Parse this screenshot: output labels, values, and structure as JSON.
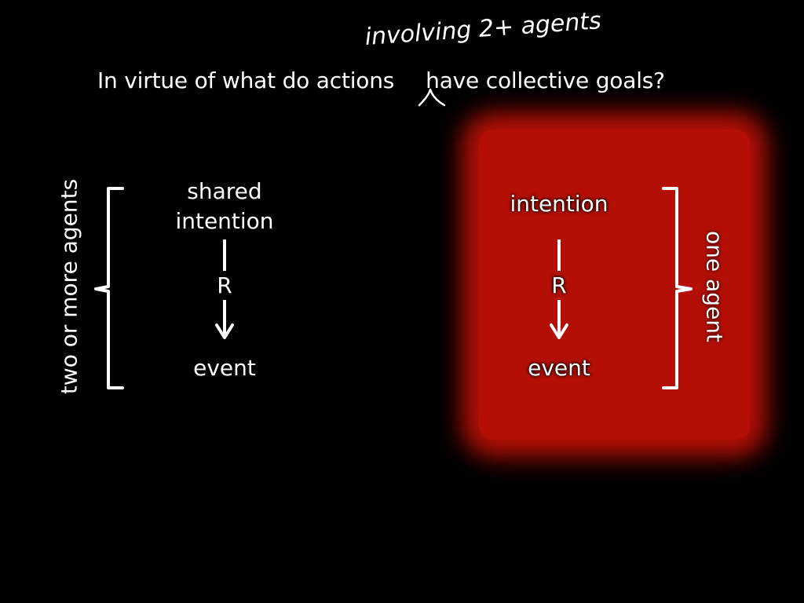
{
  "question": {
    "part1": "In virtue of what  do actions",
    "part2": "have collective goals?"
  },
  "annotation": "involving 2+ agents",
  "left_side": {
    "brace_label": "two or more agents",
    "top": "shared intention",
    "middle": "R",
    "bottom": "event"
  },
  "right_side": {
    "brace_label": "one  agent",
    "top": "intention",
    "middle": "R",
    "bottom": "event"
  },
  "colors": {
    "background": "#000000",
    "text": "#ffffff",
    "highlight": "#b30f06"
  }
}
